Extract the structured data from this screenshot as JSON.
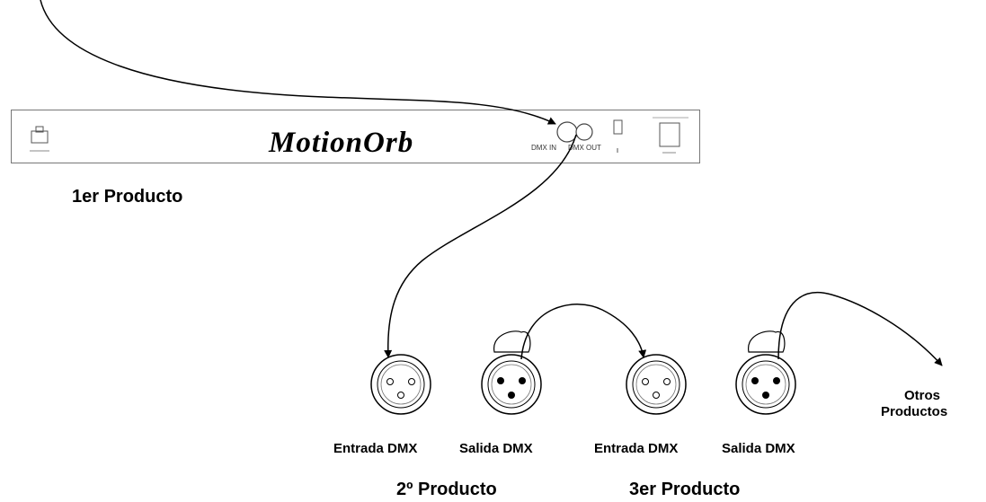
{
  "device": {
    "logo": "MotionOrb",
    "dmx_in_label": "DMX IN",
    "dmx_out_label": "DMX OUT"
  },
  "labels": {
    "first_product": "1er Producto",
    "second_product": "2º Producto",
    "third_product": "3er Producto",
    "input_1": "Entrada DMX",
    "output_1": "Salida DMX",
    "input_2": "Entrada DMX",
    "output_2": "Salida DMX",
    "other_products_line1": "Otros",
    "other_products_line2": "Productos"
  }
}
